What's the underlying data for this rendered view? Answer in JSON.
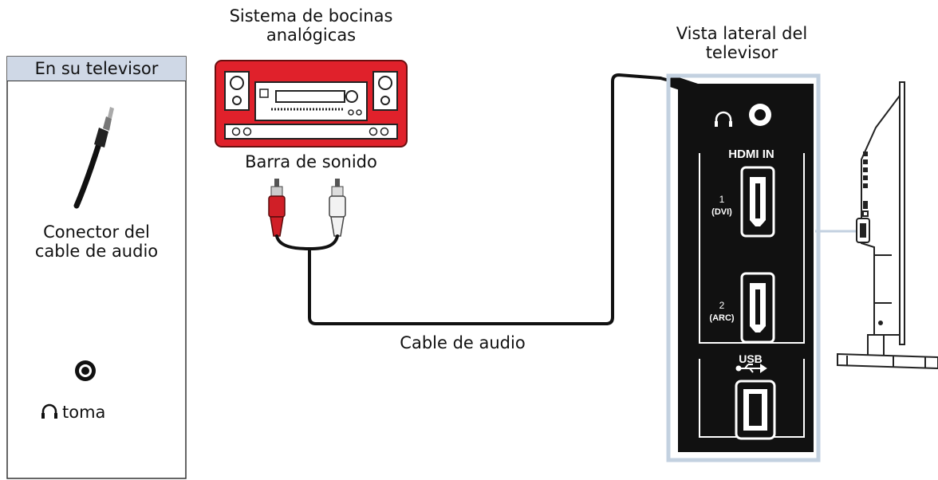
{
  "left_panel": {
    "title": "En su televisor",
    "connector_label_line1": "Conector del",
    "connector_label_line2": "cable de audio",
    "jack_label": "toma"
  },
  "speaker_system": {
    "title_line1": "Sistema de bocinas",
    "title_line2": "analógicas",
    "soundbar_label": "Barra de sonido"
  },
  "cable": {
    "label": "Cable de audio"
  },
  "tv_side": {
    "title_line1": "Vista lateral del",
    "title_line2": "televisor",
    "hdmi_header": "HDMI IN",
    "port1_number": "1",
    "port1_sub": "(DVI)",
    "port2_number": "2",
    "port2_sub": "(ARC)",
    "usb_header": "USB"
  },
  "colors": {
    "panel_header": "#cfd8e6",
    "receiver_red": "#e0212b",
    "port_panel_bg": "#111111",
    "outline_blue": "#c3d1e0"
  }
}
